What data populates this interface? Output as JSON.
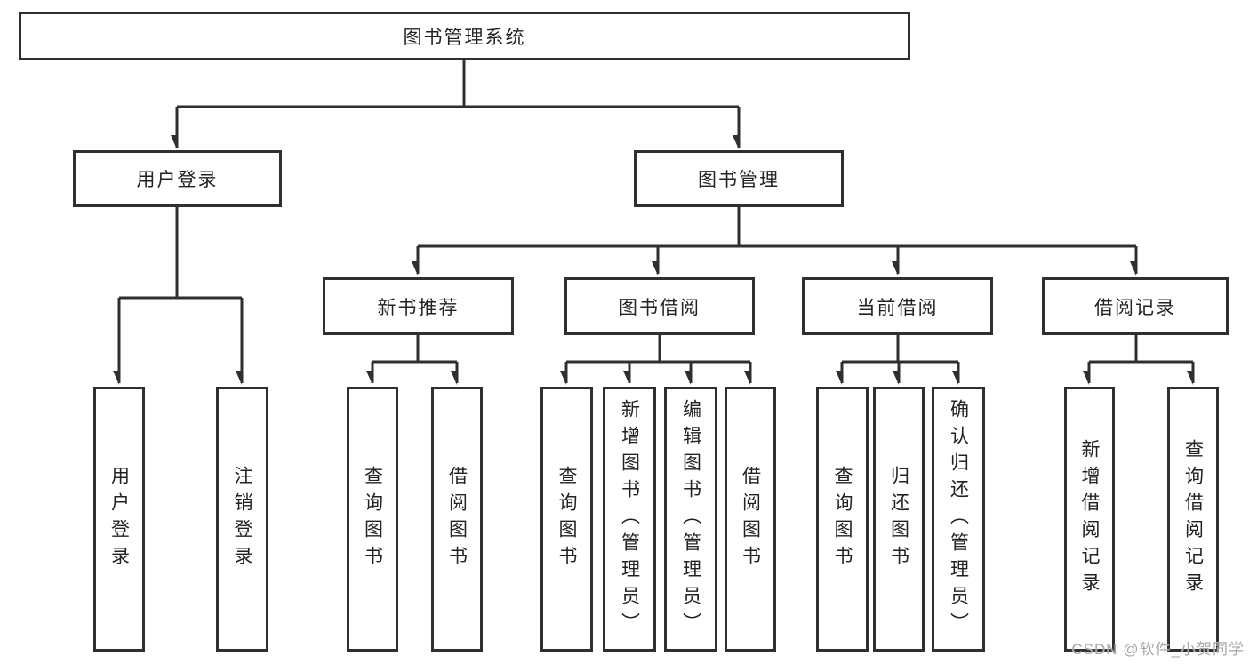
{
  "diagram": {
    "root": {
      "label": "图书管理系统"
    },
    "level2": {
      "user_login": {
        "label": "用户登录"
      },
      "book_mgmt": {
        "label": "图书管理"
      }
    },
    "level3": {
      "new_books": {
        "label": "新书推荐"
      },
      "book_borrow": {
        "label": "图书借阅"
      },
      "current_borrow": {
        "label": "当前借阅"
      },
      "borrow_records": {
        "label": "借阅记录"
      }
    },
    "leaves": {
      "user_login_leaf": {
        "label": "用户登录"
      },
      "logout": {
        "label": "注销登录"
      },
      "nb_query_books": {
        "label": "查询图书"
      },
      "nb_borrow_books": {
        "label": "借阅图书"
      },
      "bb_query_books": {
        "label": "查询图书"
      },
      "bb_add_books": {
        "label": "新增图书（管理员）"
      },
      "bb_edit_books": {
        "label": "编辑图书（管理员）"
      },
      "bb_borrow_books": {
        "label": "借阅图书"
      },
      "cb_query_books": {
        "label": "查询图书"
      },
      "cb_return_books": {
        "label": "归还图书"
      },
      "cb_confirm_return": {
        "label": "确认归还（管理员）"
      },
      "br_add_record": {
        "label": "新增借阅记录"
      },
      "br_query_record": {
        "label": "查询借阅记录"
      }
    }
  },
  "watermark": {
    "text": "CSDN @软件_小贺同学",
    "color": "#a6a6a6"
  },
  "colors": {
    "line": "#2f2f2f",
    "box_border": "#2f2f2f",
    "text": "#222222",
    "background": "#ffffff"
  }
}
